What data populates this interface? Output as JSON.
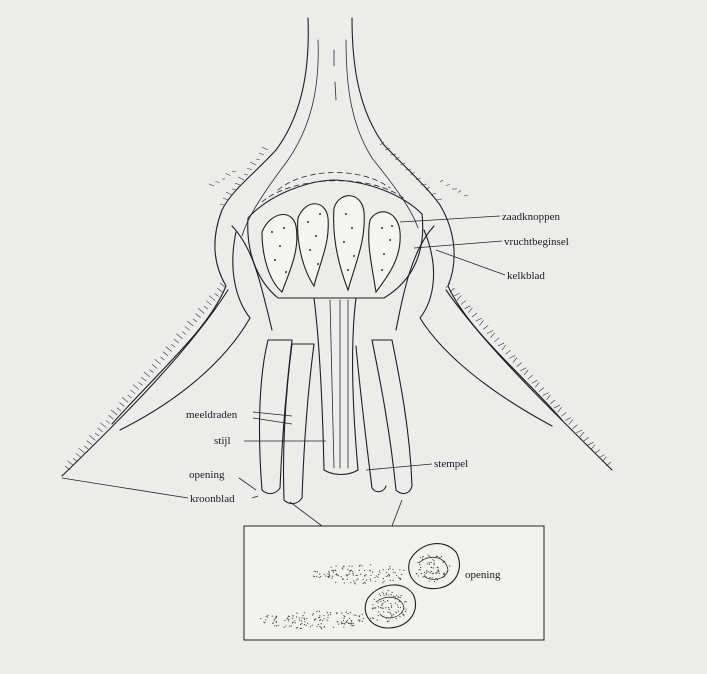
{
  "labels": {
    "zaadknoppen": "zaadknoppen",
    "vruchtbeginsel": "vruchtbeginsel",
    "kelkblad": "kelkblad",
    "meeldraden": "meeldraden",
    "stijl": "stijl",
    "stempel": "stempel",
    "opening": "opening",
    "kroonblad": "kroonblad",
    "inset_opening": "opening"
  }
}
